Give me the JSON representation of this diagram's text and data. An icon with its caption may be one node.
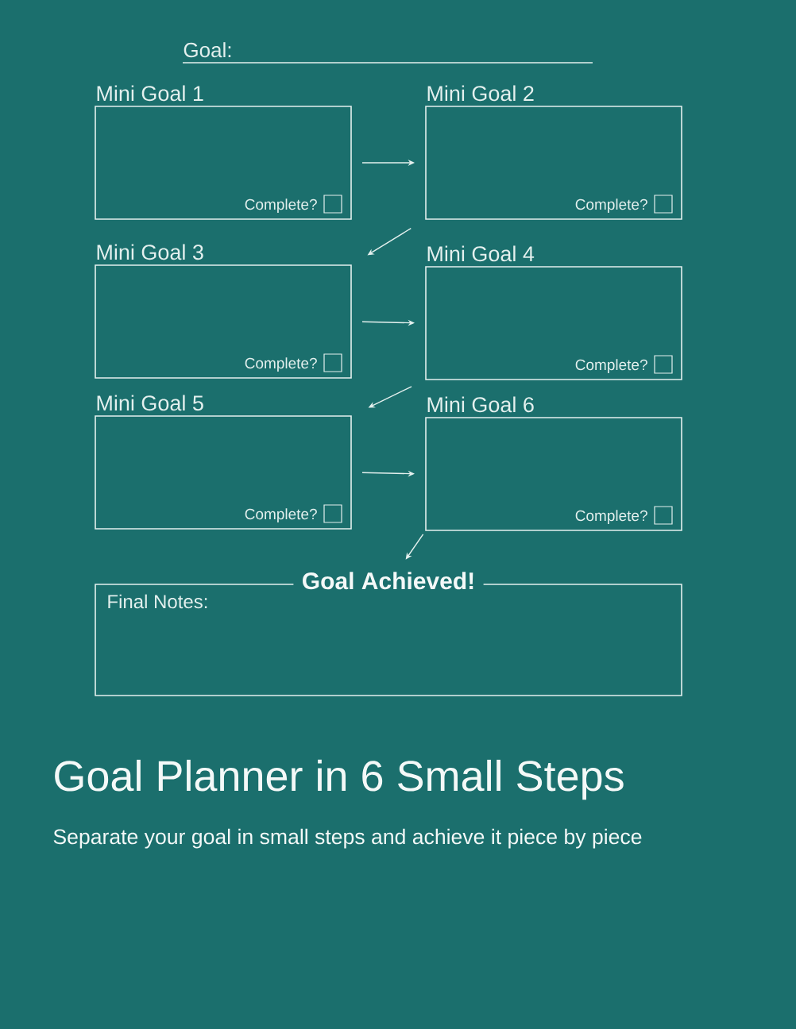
{
  "diagram": {
    "title": "Goal Planner in 6 Small Steps",
    "caption": "Separate your goal in small steps and achieve it piece by piece",
    "nodes": [
      {
        "text": [
          "Mini Goal 1",
          "Complete?"
        ]
      },
      {
        "text": [
          "Mini Goal 2",
          "Complete?"
        ]
      },
      {
        "text": [
          "Mini Goal 3",
          "Complete?"
        ]
      },
      {
        "text": [
          "Mini Goal 4",
          "Complete?"
        ]
      },
      {
        "text": [
          "Mini Goal 5",
          "Complete?"
        ]
      },
      {
        "text": [
          "Mini Goal 6",
          "Complete?"
        ]
      },
      {
        "text": [
          "Goal Achieved!",
          "Final Notes:"
        ]
      }
    ],
    "edges": [
      {
        "from": 0,
        "to": 1,
        "arrow": "to"
      },
      {
        "from": 1,
        "to": 2,
        "arrow": "to"
      },
      {
        "from": 2,
        "to": 3,
        "arrow": "to"
      },
      {
        "from": 3,
        "to": 4,
        "arrow": "to"
      },
      {
        "from": 4,
        "to": 5,
        "arrow": "to"
      },
      {
        "from": 5,
        "to": 6,
        "arrow": "to"
      }
    ],
    "labels": [
      "Goal:"
    ]
  }
}
